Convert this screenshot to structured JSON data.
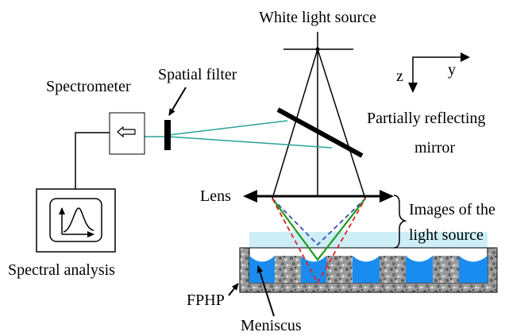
{
  "labels": {
    "white_light_source": "White light source",
    "spatial_filter": "Spatial filter",
    "spectrometer": "Spectrometer",
    "axis_z": "z",
    "axis_y": "y",
    "mirror_line1": "Partially reflecting",
    "mirror_line2": "mirror",
    "lens": "Lens",
    "images_line1": "Images of the",
    "images_line2": "light source",
    "spectral_analysis": "Spectral analysis",
    "fphp": "FPHP",
    "meniscus": "Meniscus"
  },
  "colors": {
    "outline": "#000000",
    "reflected_beam": "#2aa19a",
    "water": "#1a8cf0",
    "water_film": "#c8eef6",
    "porous_texture": "#8a8a8a",
    "image_blue": "#3a4fb0",
    "image_green": "#1f9a1f",
    "image_red": "#e02020"
  },
  "icons": [
    "arrow-left-icon",
    "spectrum-curve-icon"
  ]
}
